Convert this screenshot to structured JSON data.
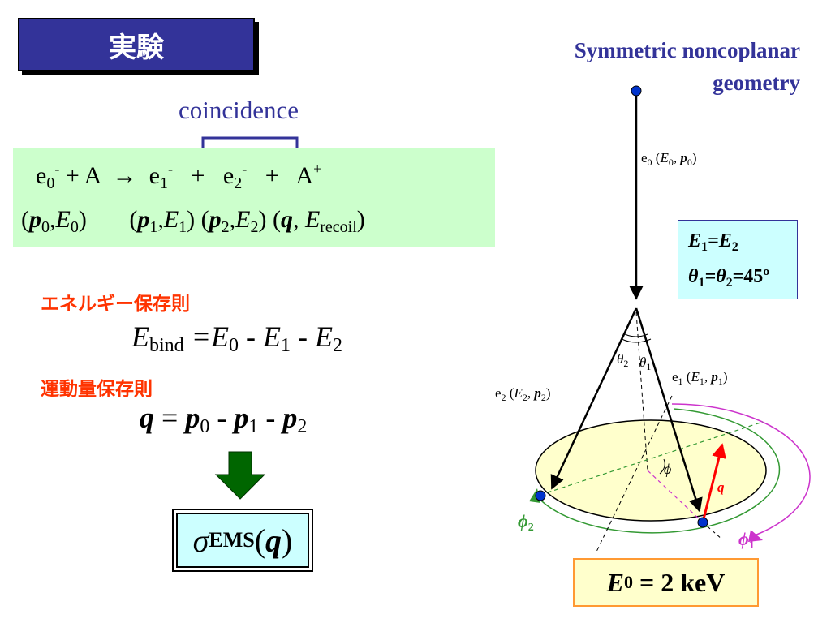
{
  "title": "実験",
  "coincidence_label": "coincidence",
  "reaction": {
    "e0": "e",
    "e0_sub": "0",
    "e0_sup": "-",
    "plus_a": "+ A",
    "arrow": "→",
    "e1": "e",
    "e1_sub": "1",
    "e1_sup": "-",
    "plus1": "+",
    "e2": "e",
    "e2_sub": "2",
    "e2_sup": "-",
    "plus2": "+",
    "ion": "A",
    "ion_sup": "+",
    "mom0_p": "p",
    "mom0_sub": "0",
    "mom0_e": "E",
    "mom0_esub": "0",
    "mom1_p": "p",
    "mom1_sub": "1",
    "mom1_e": "E",
    "mom1_esub": "1",
    "mom2_p": "p",
    "mom2_sub": "2",
    "mom2_e": "E",
    "mom2_esub": "2",
    "momq": "q",
    "momq_e": "E",
    "momq_esub": "recoil"
  },
  "energy_conservation": {
    "label": "エネルギー保存則",
    "lhs": "E",
    "lhs_sub": "bind",
    "rhs": "=E",
    "rhs_sub0": "0",
    "minus1": " - E",
    "rhs_sub1": "1",
    "minus2": " - E",
    "rhs_sub2": "2"
  },
  "momentum_conservation": {
    "label": "運動量保存則",
    "q": "q",
    "eq": " = ",
    "p0": "p",
    "s0": "0",
    "m1": " - ",
    "p1": "p",
    "s1": "1",
    "m2": " - ",
    "p2": "p",
    "s2": "2"
  },
  "result": {
    "sigma": "σ",
    "sub": "EMS",
    "arg_open": "(",
    "q": "q",
    "arg_close": ")"
  },
  "geometry": {
    "title_line1": "Symmetric noncoplanar",
    "title_line2": "geometry",
    "incident_label": "e",
    "incident_sub": "0",
    "incident_e": "E",
    "incident_p": "p",
    "e1_label": "e",
    "e1_sub": "1",
    "e1_e": "E",
    "e1_p": "p",
    "e2_label": "e",
    "e2_sub": "2",
    "e2_e": "E",
    "e2_p": "p",
    "theta2": "θ",
    "theta2_sub": "2",
    "theta1": "θ",
    "theta1_sub": "1",
    "phi": "ϕ",
    "q_label": "q",
    "phi1": "ϕ",
    "phi1_sub": "1",
    "phi2": "ϕ",
    "phi2_sub": "2"
  },
  "conditions": {
    "line1": {
      "a": "E",
      "a_sub": "1",
      "eq": "=E",
      "b_sub": "2"
    },
    "line2": {
      "a": "θ",
      "a_sub": "1",
      "eq": "=θ",
      "b_sub": "2",
      "val": "=45º"
    }
  },
  "incident_energy": {
    "e": "E",
    "sub": "0",
    "value": " = 2 keV"
  },
  "colors": {
    "title_bg": "#333399",
    "reaction_bg": "#ccffcc",
    "jp_red": "#ff3300",
    "q_red": "#ff0000",
    "green": "#339933",
    "magenta": "#cc33cc"
  }
}
